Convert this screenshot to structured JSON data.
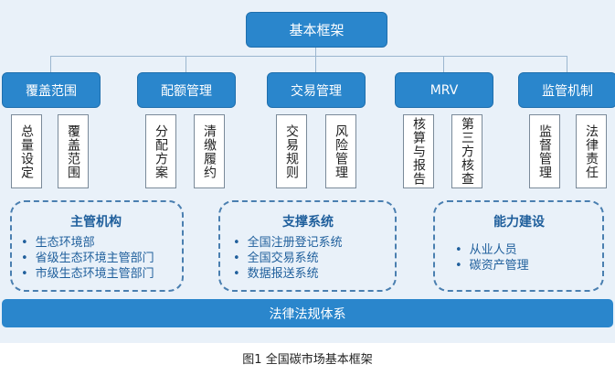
{
  "root": "基本框架",
  "categories": [
    {
      "label": "覆盖范围",
      "subs": [
        "总量设定",
        "覆盖范围"
      ]
    },
    {
      "label": "配额管理",
      "subs": [
        "分配方案",
        "清缴履约"
      ]
    },
    {
      "label": "交易管理",
      "subs": [
        "交易规则",
        "风险管理"
      ]
    },
    {
      "label": "MRV",
      "subs": [
        "核算与报告",
        "第三方核查"
      ]
    },
    {
      "label": "监管机制",
      "subs": [
        "监督管理",
        "法律责任"
      ]
    }
  ],
  "groups": [
    {
      "title": "主管机构",
      "items": [
        "生态环境部",
        "省级生态环境主管部门",
        "市级生态环境主管部门"
      ]
    },
    {
      "title": "支撑系统",
      "items": [
        "全国注册登记系统",
        "全国交易系统",
        "数据报送系统"
      ]
    },
    {
      "title": "能力建设",
      "items": [
        "从业人员",
        "碳资产管理"
      ]
    }
  ],
  "bottom": "法律法规体系",
  "caption": "图1  全国碳市场基本框架"
}
